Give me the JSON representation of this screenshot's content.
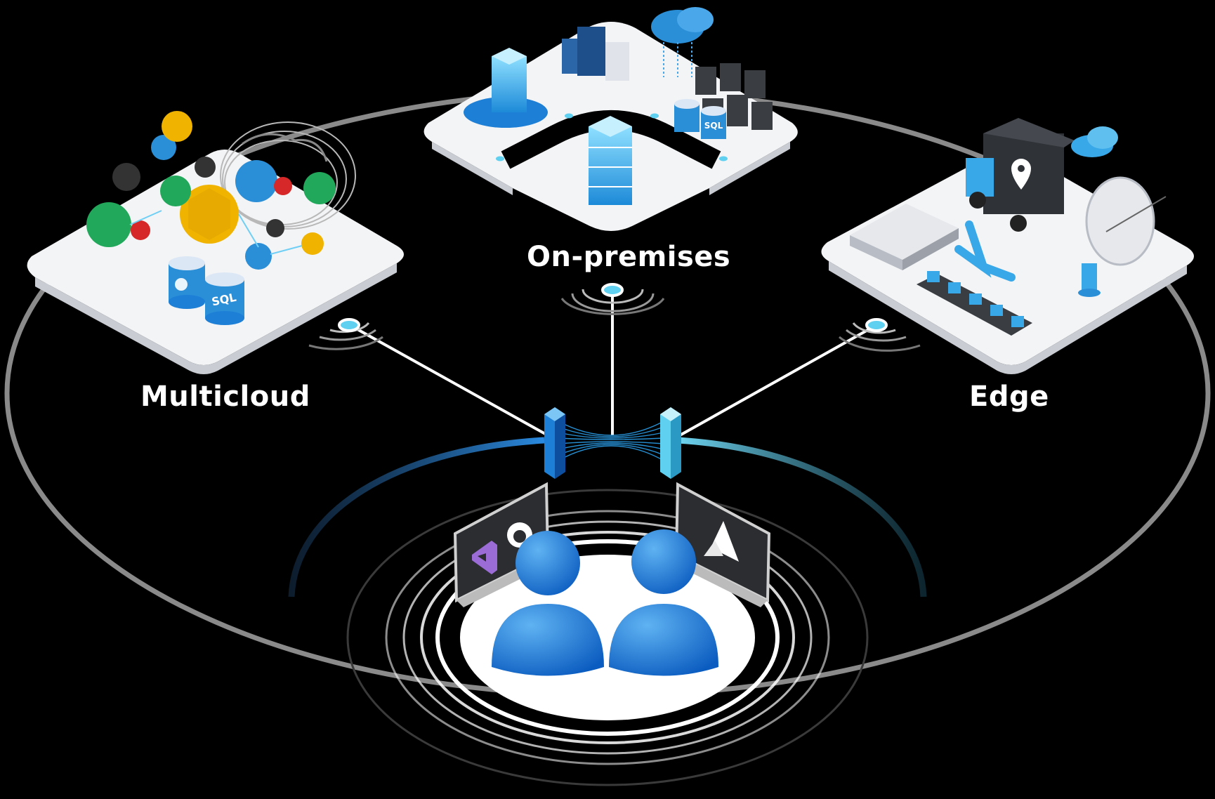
{
  "diagram": {
    "nodes": [
      {
        "id": "multicloud",
        "label": "Multicloud"
      },
      {
        "id": "on-premises",
        "label": "On-premises"
      },
      {
        "id": "edge",
        "label": "Edge"
      }
    ],
    "db_labels": {
      "sql": "SQL"
    },
    "colors": {
      "background": "#000000",
      "ring": "#8a8a8a",
      "accent_blue": "#1e7fd6",
      "accent_cyan": "#5fd0f0",
      "platform": "#f3f4f6"
    }
  }
}
